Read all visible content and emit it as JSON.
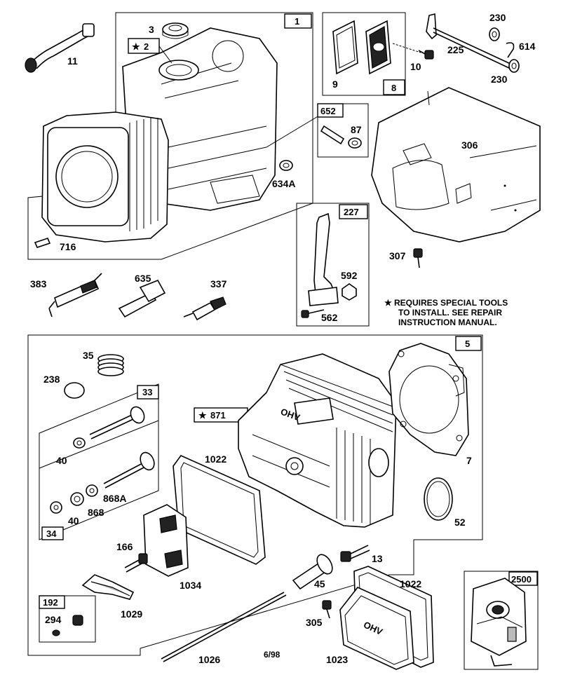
{
  "parts": {
    "p1": "1",
    "p2": "2",
    "p3": "3",
    "p5": "5",
    "p7": "7",
    "p8": "8",
    "p9": "9",
    "p10": "10",
    "p11": "11",
    "p13": "13",
    "p33": "33",
    "p34": "34",
    "p35": "35",
    "p40a": "40",
    "p40b": "40",
    "p45": "45",
    "p52": "52",
    "p87": "87",
    "p166": "166",
    "p192": "192",
    "p225": "225",
    "p227": "227",
    "p230a": "230",
    "p230b": "230",
    "p238": "238",
    "p294": "294",
    "p305": "305",
    "p306": "306",
    "p307": "307",
    "p337": "337",
    "p383": "383",
    "p562": "562",
    "p592": "592",
    "p614": "614",
    "p634A": "634A",
    "p635": "635",
    "p652": "652",
    "p716": "716",
    "p868": "868",
    "p868A": "868A",
    "p871": "871",
    "p1022a": "1022",
    "p1022b": "1022",
    "p1023": "1023",
    "p1026": "1026",
    "p1029": "1029",
    "p1034": "1034",
    "p2500": "2500"
  },
  "note": {
    "line1": "REQUIRES SPECIAL TOOLS",
    "line2": "TO INSTALL.  SEE REPAIR",
    "line3": "INSTRUCTION MANUAL."
  },
  "star": "★",
  "logo": "OHV",
  "date": "6/98"
}
